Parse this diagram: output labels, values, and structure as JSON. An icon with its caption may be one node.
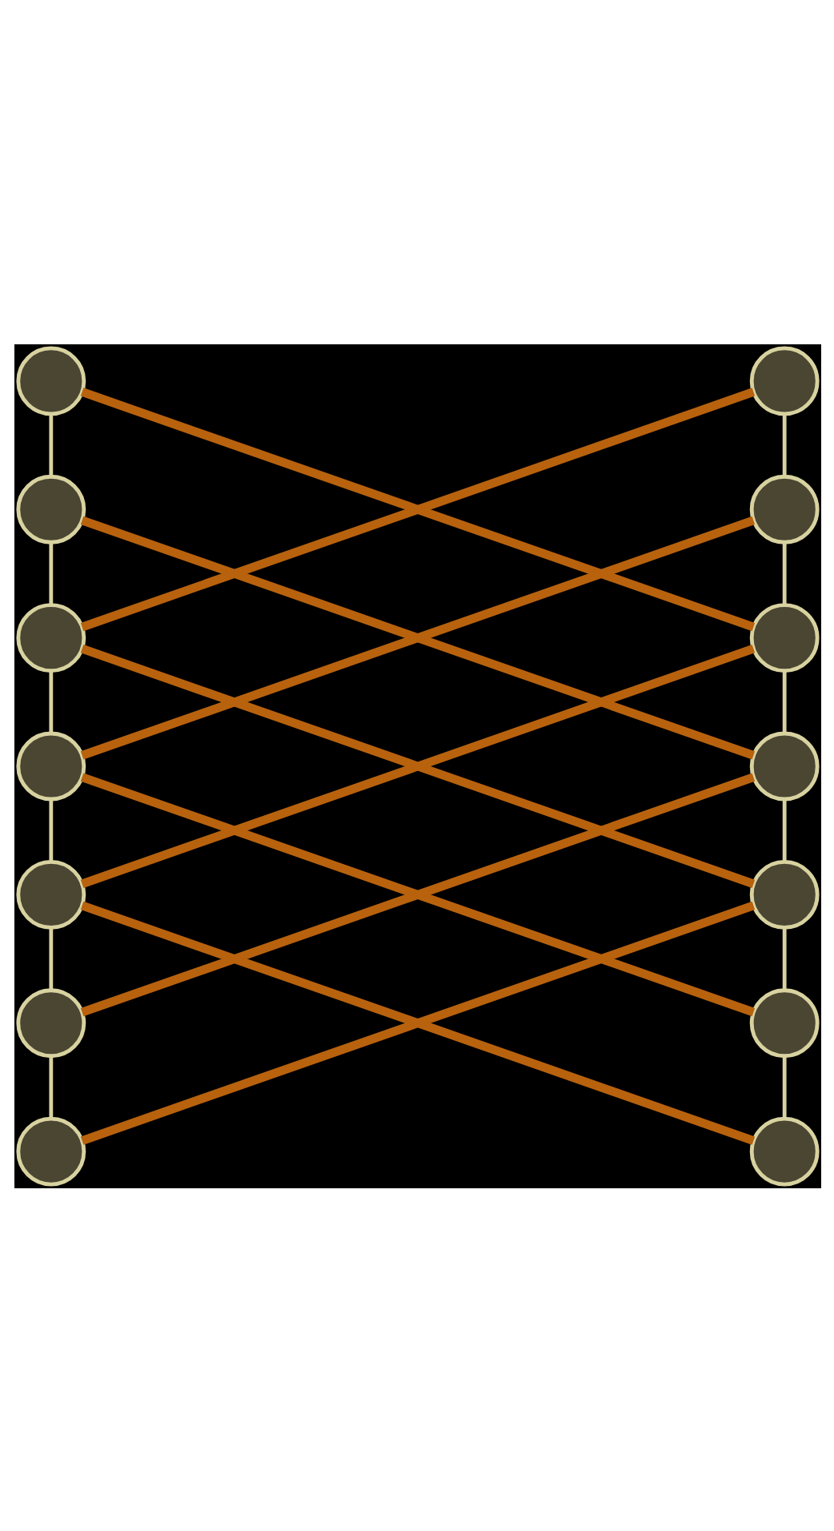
{
  "diagram": {
    "nodes": [
      {
        "text": [],
        "shape": "circle"
      },
      {
        "text": [],
        "shape": "circle"
      },
      {
        "text": [],
        "shape": "circle"
      },
      {
        "text": [],
        "shape": "circle"
      },
      {
        "text": [],
        "shape": "circle"
      },
      {
        "text": [],
        "shape": "circle"
      },
      {
        "text": [],
        "shape": "circle"
      },
      {
        "text": [],
        "shape": "circle"
      },
      {
        "text": [],
        "shape": "circle"
      },
      {
        "text": [],
        "shape": "circle"
      },
      {
        "text": [],
        "shape": "circle"
      },
      {
        "text": [],
        "shape": "circle"
      },
      {
        "text": [],
        "shape": "circle"
      },
      {
        "text": [],
        "shape": "circle"
      }
    ],
    "edges": [
      {
        "from": 0,
        "to": 2,
        "arrow": "none"
      },
      {
        "from": 2,
        "to": 4,
        "arrow": "none"
      },
      {
        "from": 4,
        "to": 6,
        "arrow": "none"
      },
      {
        "from": 6,
        "to": 8,
        "arrow": "none"
      },
      {
        "from": 8,
        "to": 10,
        "arrow": "none"
      },
      {
        "from": 10,
        "to": 12,
        "arrow": "none"
      },
      {
        "from": 1,
        "to": 3,
        "arrow": "none"
      },
      {
        "from": 3,
        "to": 5,
        "arrow": "none"
      },
      {
        "from": 5,
        "to": 7,
        "arrow": "none"
      },
      {
        "from": 7,
        "to": 9,
        "arrow": "none"
      },
      {
        "from": 9,
        "to": 11,
        "arrow": "none"
      },
      {
        "from": 11,
        "to": 13,
        "arrow": "none"
      },
      {
        "from": 0,
        "to": 5,
        "arrow": "none",
        "style": "thick",
        "color": "#b8620e"
      },
      {
        "from": 1,
        "to": 4,
        "arrow": "none",
        "style": "thick",
        "color": "#b8620e"
      },
      {
        "from": 2,
        "to": 7,
        "arrow": "none",
        "style": "thick",
        "color": "#b8620e"
      },
      {
        "from": 3,
        "to": 6,
        "arrow": "none",
        "style": "thick",
        "color": "#b8620e"
      },
      {
        "from": 4,
        "to": 9,
        "arrow": "none",
        "style": "thick",
        "color": "#b8620e"
      },
      {
        "from": 5,
        "to": 8,
        "arrow": "none",
        "style": "thick",
        "color": "#b8620e"
      },
      {
        "from": 6,
        "to": 11,
        "arrow": "none",
        "style": "thick",
        "color": "#b8620e"
      },
      {
        "from": 7,
        "to": 10,
        "arrow": "none",
        "style": "thick",
        "color": "#b8620e"
      },
      {
        "from": 8,
        "to": 13,
        "arrow": "none",
        "style": "thick",
        "color": "#b8620e"
      },
      {
        "from": 9,
        "to": 12,
        "arrow": "none",
        "style": "thick",
        "color": "#b8620e"
      }
    ]
  }
}
